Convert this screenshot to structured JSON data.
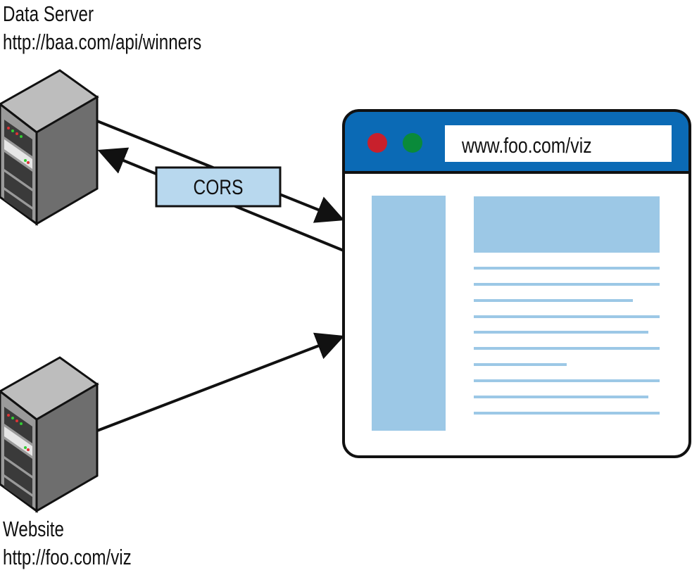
{
  "data_server": {
    "title": "Data Server",
    "url": "http://baa.com/api/winners"
  },
  "website": {
    "title": "Website",
    "url": "http://foo.com/viz"
  },
  "cors_label": "CORS",
  "browser": {
    "address": "www.foo.com/viz",
    "close_color": "#c8202c",
    "maximize_color": "#0a8a3a",
    "titlebar_color": "#0b6ab5"
  },
  "colors": {
    "content_block": "#9cc8e6",
    "cors_box": "#b8d8ee",
    "server_body": "#8a8a8a"
  }
}
